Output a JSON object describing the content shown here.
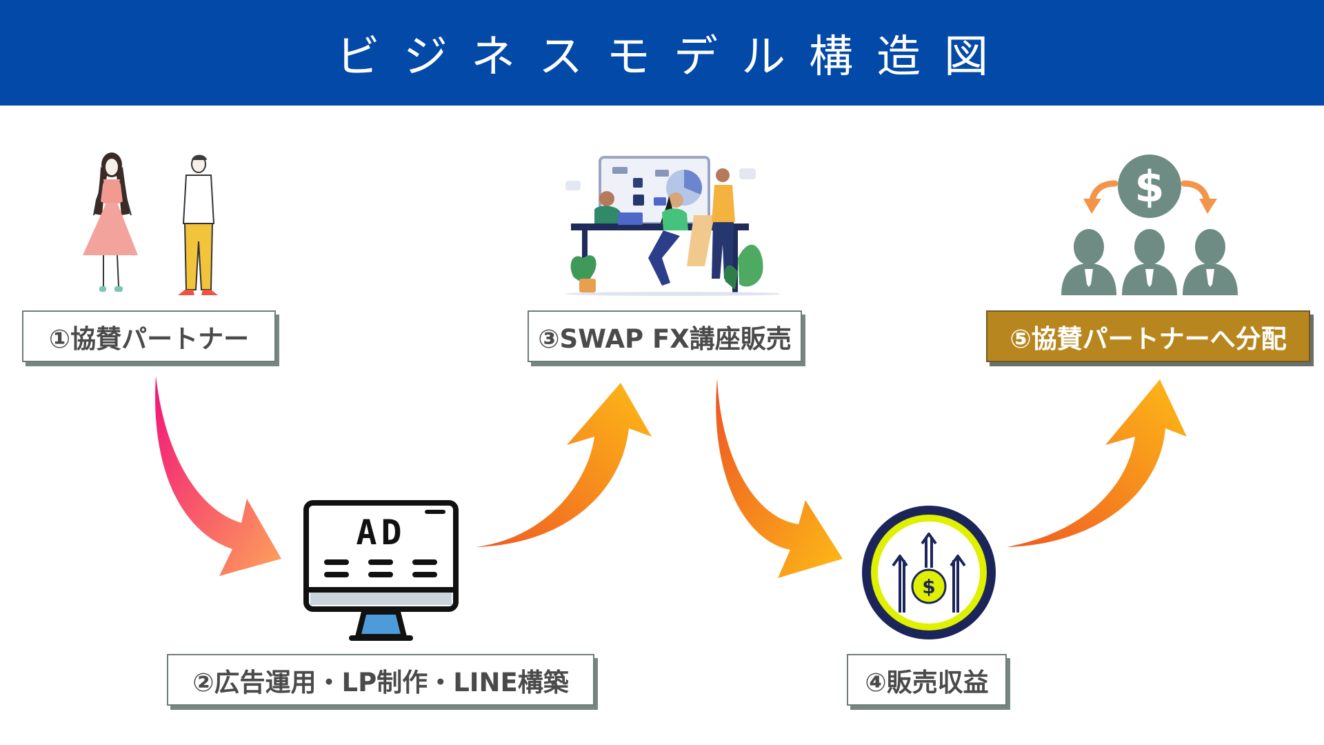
{
  "header": {
    "title": "ビジネスモデル構造図"
  },
  "steps": {
    "partner": "①協賛パートナー",
    "ads": "②広告運用・LP制作・LINE構築",
    "course": "③SWAP FX講座販売",
    "revenue": "④販売収益",
    "distribution": "⑤協賛パートナーへ分配"
  },
  "icons": {
    "partner": "couple-illustration-icon",
    "ads": "ad-monitor-icon",
    "ad_text": "AD",
    "course": "team-meeting-illustration-icon",
    "revenue": "dollar-growth-icon",
    "distribution": "money-distribution-icon"
  },
  "colors": {
    "header": "#0349a8",
    "accent_label": "#b8861e",
    "arrow_pink": "#f2137a",
    "arrow_orange": "#f58a2c",
    "arrow_yellow": "#fdb515"
  }
}
